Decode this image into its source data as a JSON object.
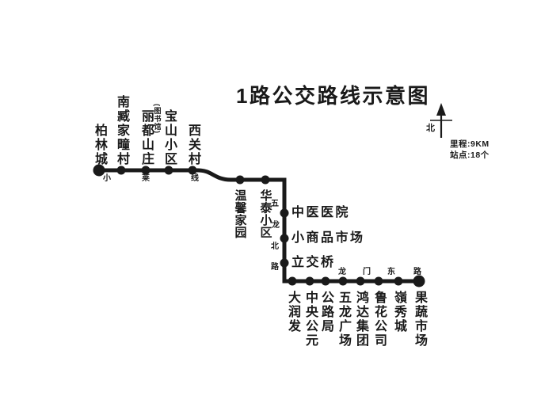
{
  "title": "1路公交路线示意图",
  "legend": {
    "compass_label": "北",
    "mileage": "里程:9KM",
    "stops_count": "站点:18个"
  },
  "roads": {
    "xiaolai": {
      "name": "小莱线",
      "chars": [
        "小",
        "莱",
        "线"
      ]
    },
    "wulong": {
      "name": "五龙北路",
      "chars": [
        "五",
        "龙",
        "北",
        "路"
      ]
    },
    "longmen": {
      "name": "龙门东路",
      "chars": [
        "龙",
        "门",
        "东",
        "路"
      ]
    }
  },
  "route": {
    "name": "1路",
    "stations_top": [
      "柏林城",
      "南臧家疃村",
      "丽都山庄",
      "宝山小区",
      "西关村"
    ],
    "library_note": "(图书馆)",
    "stations_mid": [
      "温馨家园",
      "华泰小区"
    ],
    "stations_vertical": [
      "中医医院",
      "小商品市场",
      "立交桥"
    ],
    "stations_bottom": [
      "大润发",
      "中央公元",
      "公路局",
      "五龙广场",
      "鸿达集团",
      "鲁花公司",
      "嶺秀城",
      "果蔬市场"
    ]
  },
  "colors": {
    "line": "#1a1a1a",
    "background": "#ffffff",
    "text": "#1a1a1a"
  }
}
